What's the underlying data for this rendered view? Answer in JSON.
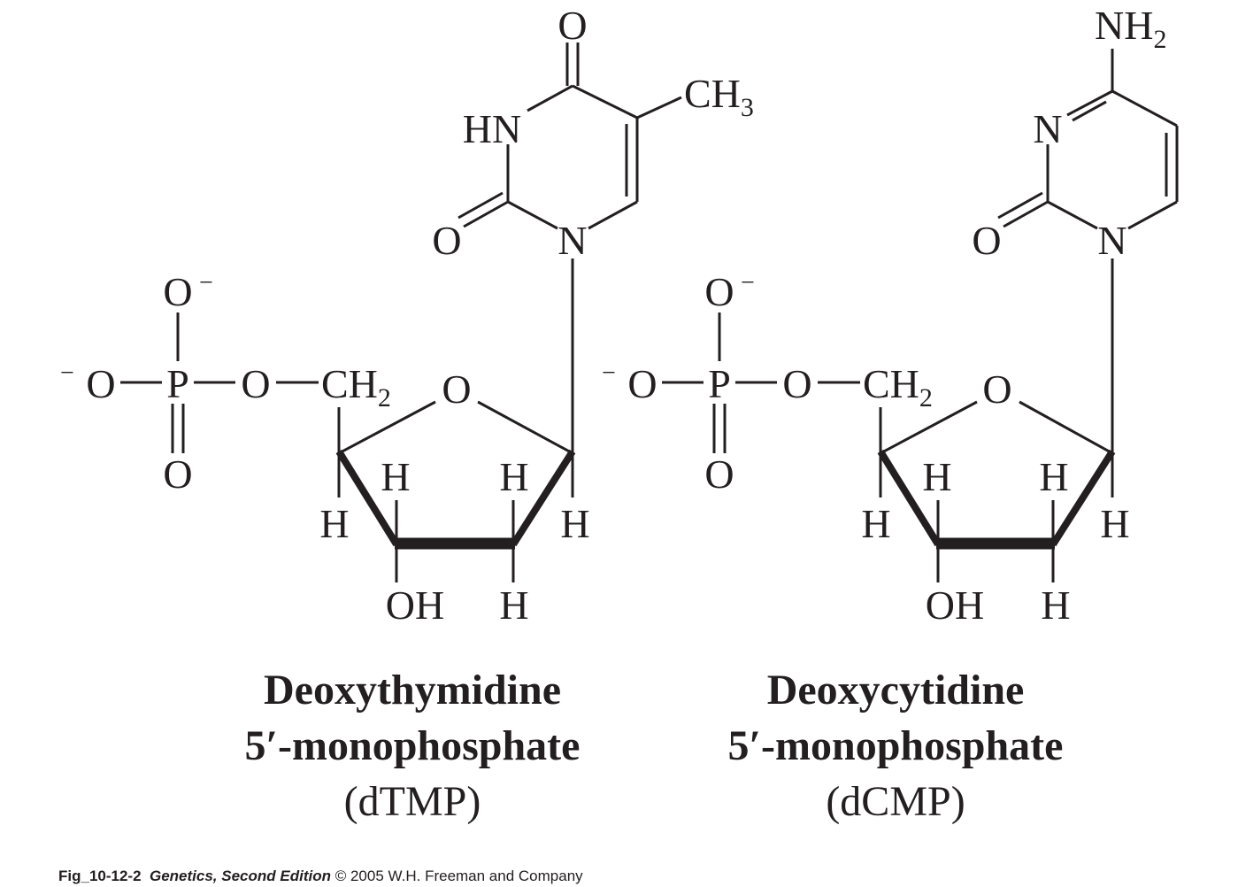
{
  "molecules": [
    {
      "id": "dTMP",
      "name_line1": "Deoxythymidine",
      "name_line2": "5′-monophosphate",
      "abbreviation": "(dTMP)",
      "base_atoms": {
        "carbonyl_top": "O",
        "methyl": "CH",
        "methyl_sub": "3",
        "ring_n3": "HN",
        "carbonyl_bottom": "O",
        "ring_n1": "N"
      },
      "phosphate": {
        "o_top": "O",
        "o_top_charge": "−",
        "o_left_charge": "−",
        "o_left": "O",
        "p": "P",
        "o_bridge": "O",
        "ch2": "CH",
        "ch2_sub": "2",
        "o_bottom": "O"
      },
      "sugar": {
        "ring_o": "O",
        "h1": "H",
        "h2": "H",
        "h3": "H",
        "h4": "H",
        "oh": "OH",
        "h5": "H"
      }
    },
    {
      "id": "dCMP",
      "name_line1": "Deoxycytidine",
      "name_line2": "5′-monophosphate",
      "abbreviation": "(dCMP)",
      "base_atoms": {
        "amine": "NH",
        "amine_sub": "2",
        "ring_n3": "N",
        "carbonyl": "O",
        "ring_n1": "N"
      },
      "phosphate": {
        "o_top": "O",
        "o_top_charge": "−",
        "o_left_charge": "−",
        "o_left": "O",
        "p": "P",
        "o_bridge": "O",
        "ch2": "CH",
        "ch2_sub": "2",
        "o_bottom": "O"
      },
      "sugar": {
        "ring_o": "O",
        "h1": "H",
        "h2": "H",
        "h3": "H",
        "h4": "H",
        "oh": "OH",
        "h5": "H"
      }
    }
  ],
  "credit": {
    "figure_id": "Fig_10-12-2",
    "book": "Genetics, Second Edition",
    "rest": "© 2005 W.H. Freeman and Company"
  },
  "colors": {
    "ink": "#231f20",
    "background": "#ffffff"
  }
}
